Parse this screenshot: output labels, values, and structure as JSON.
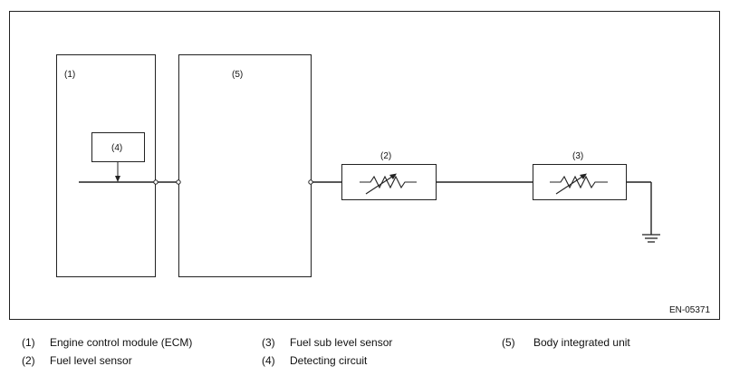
{
  "diagram": {
    "code": "EN-05371",
    "blocks": [
      {
        "id": "1",
        "label": "(1)"
      },
      {
        "id": "5",
        "label": "(5)"
      },
      {
        "id": "4",
        "label": "(4)"
      },
      {
        "id": "2",
        "label": "(2)"
      },
      {
        "id": "3",
        "label": "(3)"
      }
    ]
  },
  "legend": [
    {
      "num": "(1)",
      "text": "Engine control module (ECM)"
    },
    {
      "num": "(2)",
      "text": "Fuel level sensor"
    },
    {
      "num": "(3)",
      "text": "Fuel sub level sensor"
    },
    {
      "num": "(4)",
      "text": "Detecting circuit"
    },
    {
      "num": "(5)",
      "text": "Body integrated unit"
    }
  ]
}
